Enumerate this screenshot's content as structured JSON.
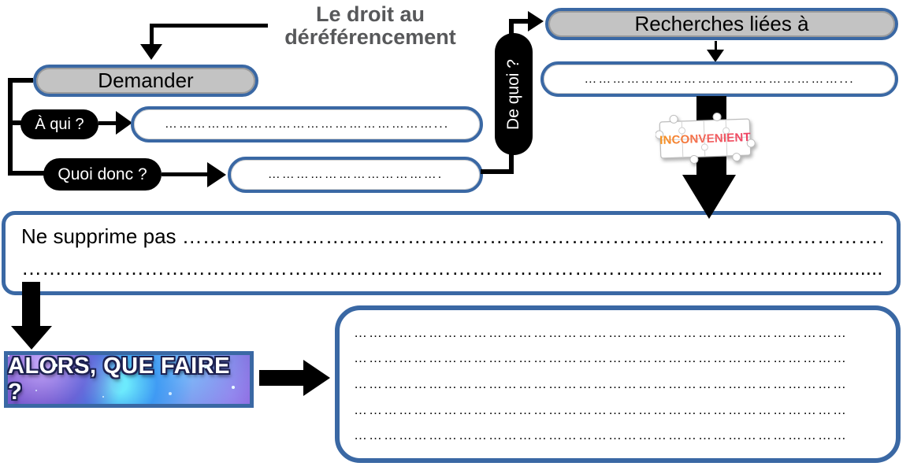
{
  "title": {
    "line1": "Le droit au",
    "line2": "déréférencement"
  },
  "left_branch": {
    "demander_label": "Demander",
    "a_qui_label": "À qui ?",
    "a_qui_field": "…………………………………………………...",
    "quoi_donc_label": "Quoi donc ?",
    "quoi_donc_field": "………………………………."
  },
  "right_branch": {
    "de_quoi_label": "De quoi ?",
    "recherches_label": "Recherches liées à",
    "recherches_field": "………………………………………………...",
    "inconvenient_label": "INCONVENIENT"
  },
  "consequence_box": {
    "line1": "Ne supprime pas ………………………………………………………………………………………………",
    "line2": "………………………………………………………………………………………………………..........."
  },
  "action": {
    "banner_label": "ALORS, QUE FAIRE ?",
    "answer_lines": [
      "………………………………………………………………………………………",
      "………………………………………………………………………………………",
      "………………………………………………………………………………………",
      "………………………………………………………………………………………",
      "………………………………………………………………………………………"
    ]
  },
  "colors": {
    "accent_blue": "#3a68a4",
    "node_gray": "#c3c3c3",
    "title_gray": "#57585a",
    "connector_black": "#000000",
    "inconvenient_gradient_start": "#f7941d",
    "inconvenient_gradient_end": "#ee3f63"
  }
}
